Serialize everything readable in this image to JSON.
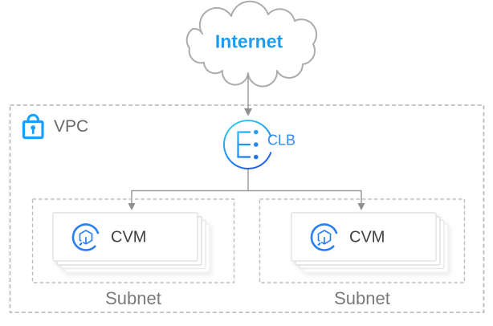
{
  "colors": {
    "internet_blue": "#1F9BF0",
    "clb_label_blue": "#3189F2",
    "vpc_text": "#696969",
    "subnet_text": "#7A7A7A",
    "cvm_text": "#404040",
    "cloud_gray": "#ACACAC",
    "line_gray": "#9C9C9C",
    "arrow_gray": "#8F8F8F",
    "border_gray": "#B4B4B4",
    "lock_blue": "#16A0FB",
    "cvm_icon_blue": "#2B7FF2",
    "clb_gradient_start": "#36C9F4",
    "clb_gradient_end": "#2153EB"
  },
  "icons": {
    "cloud": "internet-cloud",
    "lock": "lock-icon",
    "clb": "clb-load-balancer-icon",
    "cvm": "cvm-server-icon"
  },
  "diagram": {
    "internet": {
      "label": "Internet"
    },
    "vpc": {
      "label": "VPC"
    },
    "clb": {
      "label": "CLB"
    },
    "subnets": [
      {
        "label": "Subnet",
        "cvm_label": "CVM"
      },
      {
        "label": "Subnet",
        "cvm_label": "CVM"
      }
    ]
  }
}
